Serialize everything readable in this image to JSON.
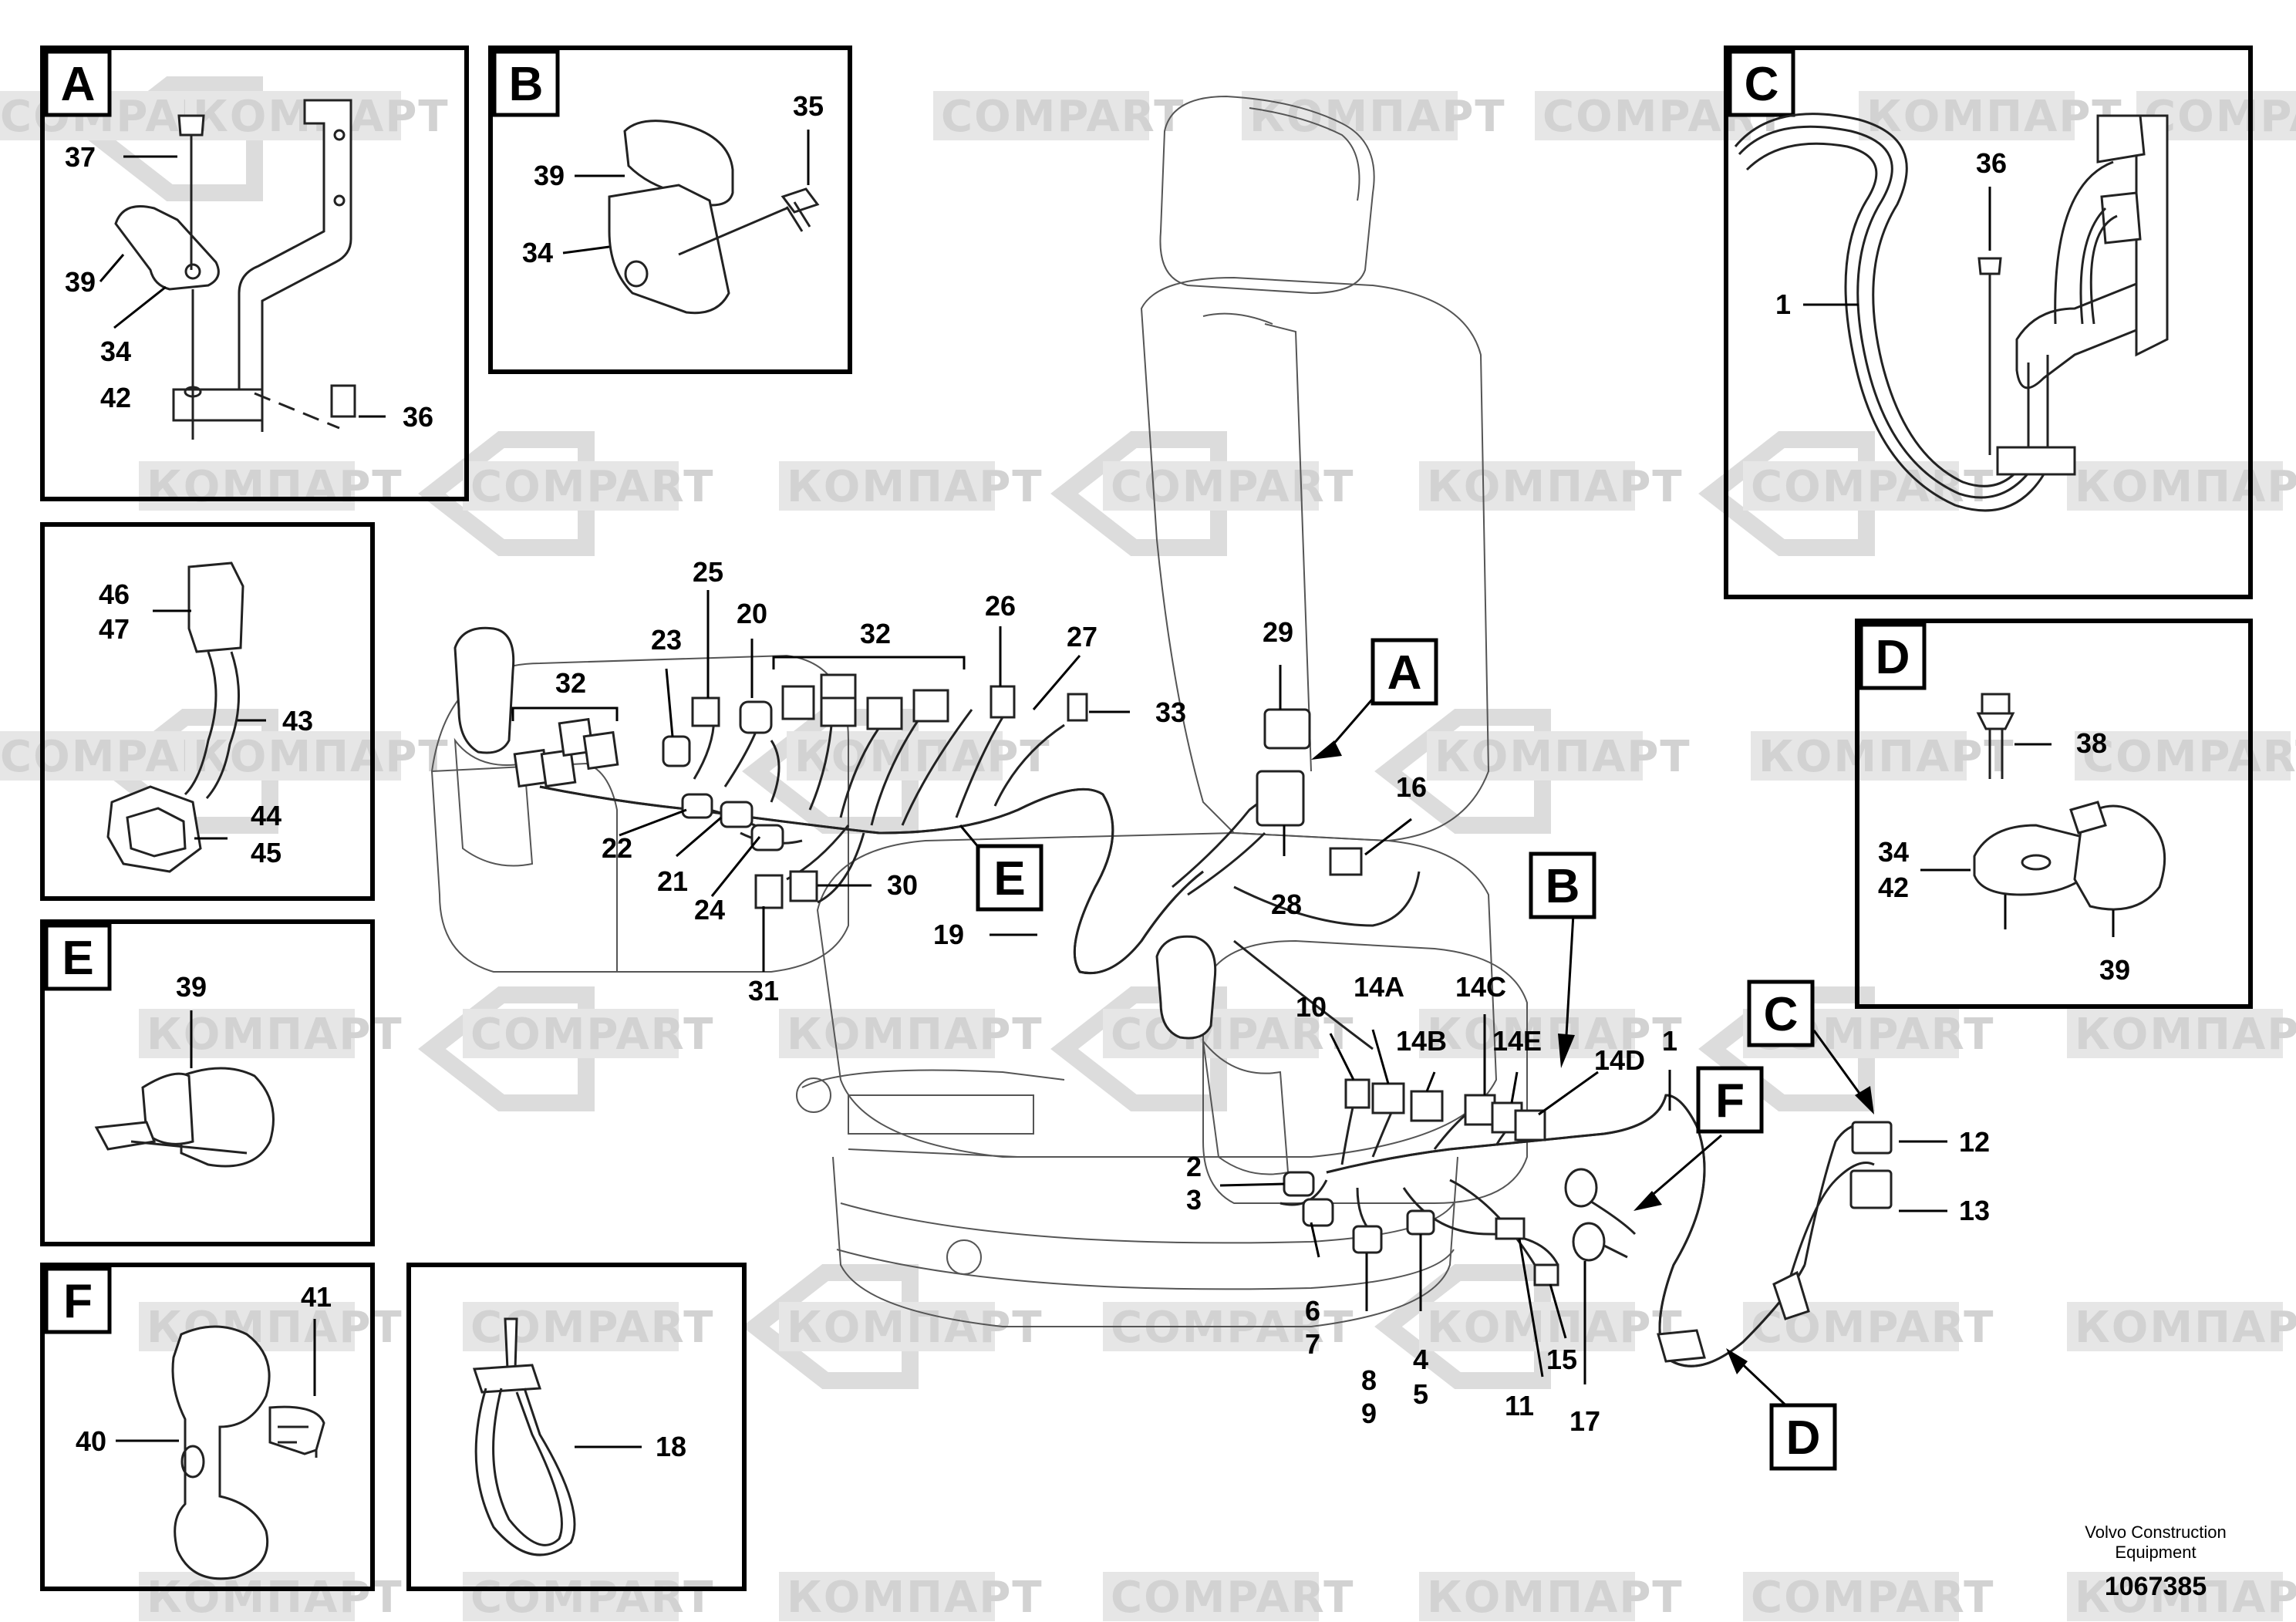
{
  "watermark": {
    "latin": "COMPART",
    "cyrillic": "КОМПАРТ"
  },
  "panels": {
    "A": {
      "tag": "A",
      "labels": [
        "37",
        "39",
        "34",
        "42",
        "36"
      ]
    },
    "B": {
      "tag": "B",
      "labels": [
        "35",
        "39",
        "34"
      ]
    },
    "C": {
      "tag": "C",
      "labels": [
        "36",
        "1"
      ]
    },
    "connector": {
      "labels": [
        "46",
        "47",
        "43",
        "44",
        "45"
      ]
    },
    "D": {
      "tag": "D",
      "labels": [
        "38",
        "34",
        "42",
        "39"
      ]
    },
    "E": {
      "tag": "E",
      "labels": [
        "39"
      ]
    },
    "F": {
      "tag": "F",
      "labels": [
        "41",
        "40"
      ]
    },
    "tie": {
      "labels": [
        "18"
      ]
    }
  },
  "main": {
    "tags": [
      "A",
      "B",
      "C",
      "D",
      "E",
      "F"
    ],
    "labels": [
      "32",
      "25",
      "23",
      "20",
      "32",
      "26",
      "27",
      "33",
      "29",
      "22",
      "21",
      "24",
      "30",
      "31",
      "19",
      "28",
      "16",
      "10",
      "14A",
      "14C",
      "14B",
      "14E",
      "14D",
      "1",
      "2",
      "3",
      "6",
      "7",
      "8",
      "9",
      "4",
      "5",
      "11",
      "15",
      "17",
      "12",
      "13"
    ]
  },
  "credit": {
    "line1": "Volvo Construction",
    "line2": "Equipment",
    "number": "1067385"
  }
}
